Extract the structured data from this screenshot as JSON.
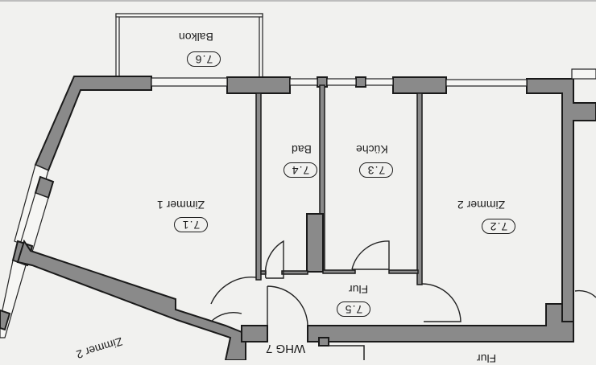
{
  "plan": {
    "title": "WHG 7",
    "orientation": "rotated-180",
    "wall_color": "#8a8a8a",
    "line_color": "#1a1a1a",
    "paper_color": "#f1f1ef"
  },
  "rooms": [
    {
      "id": "7.1",
      "name": "Zimmer 1"
    },
    {
      "id": "7.2",
      "name": "Zimmer 2"
    },
    {
      "id": "7.3",
      "name": "Küche"
    },
    {
      "id": "7.4",
      "name": "Bad"
    },
    {
      "id": "7.5",
      "name": "Flur"
    },
    {
      "id": "7.6",
      "name": "Balkon"
    }
  ],
  "neighbor_labels": {
    "bottom_left": "Zimmer 2",
    "bottom_right": "Flur"
  }
}
